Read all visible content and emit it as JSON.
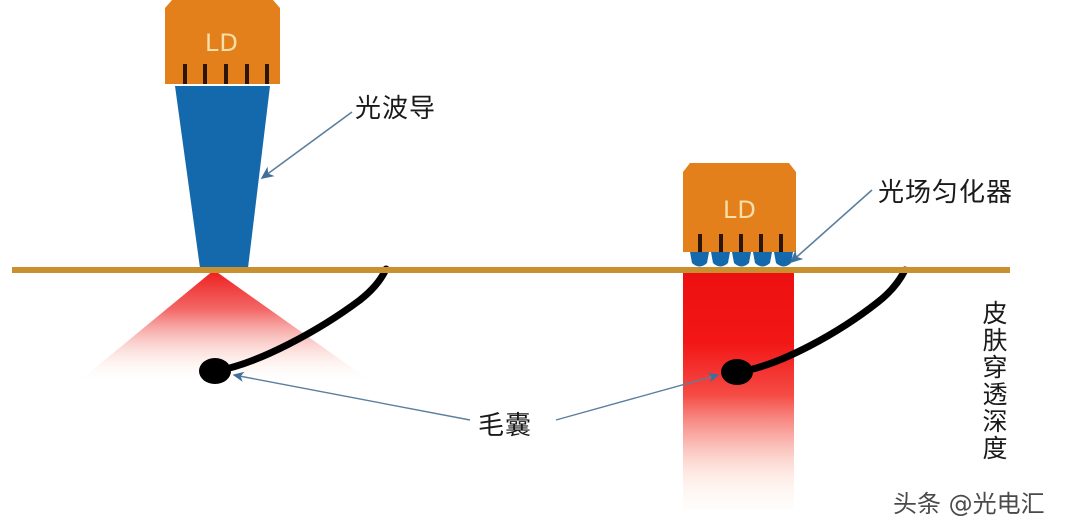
{
  "figure": {
    "title": "Laser hair removal optics comparison diagram",
    "background_color": "#ffffff"
  },
  "colors": {
    "ld_orange": "#e3801c",
    "waveguide_blue": "#1369ac",
    "skin_line": "#c8902f",
    "beam_red": "#ee1c1c",
    "hair_black": "#000000",
    "leader_line": "#5b7f9e",
    "ld_text": "#f6dfa8",
    "label_text": "#1a1a1a"
  },
  "left_module": {
    "ld_label": "LD",
    "emitter_count": 5,
    "waveguide_shape": "tapered-trapezoid",
    "beam_shape": "cone",
    "beam_spread": "wide-shallow"
  },
  "right_module": {
    "ld_label": "LD",
    "emitter_count": 5,
    "homogenizer_lens_count": 5,
    "beam_shape": "collimated-column",
    "beam_spread": "narrow-deep"
  },
  "labels": {
    "waveguide": "光波导",
    "homogenizer": "光场匀化器",
    "follicle": "毛囊",
    "penetration_depth": "皮肤穿透深度"
  },
  "watermark": {
    "text": "头条 @光电汇"
  }
}
